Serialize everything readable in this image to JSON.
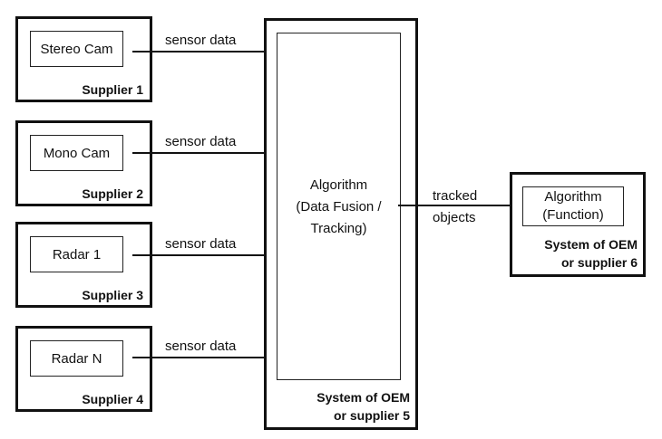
{
  "sensors": [
    {
      "name": "Stereo Cam",
      "supplier": "Supplier 1",
      "edge_label": "sensor data"
    },
    {
      "name": "Mono Cam",
      "supplier": "Supplier 2",
      "edge_label": "sensor data"
    },
    {
      "name": "Radar 1",
      "supplier": "Supplier 3",
      "edge_label": "sensor data"
    },
    {
      "name": "Radar N",
      "supplier": "Supplier 4",
      "edge_label": "sensor data"
    }
  ],
  "fusion": {
    "line1": "Algorithm",
    "line2": "(Data Fusion /",
    "line3": "Tracking)",
    "system_line1": "System of OEM",
    "system_line2": "or supplier 5"
  },
  "output_edge": {
    "line1": "tracked",
    "line2": "objects"
  },
  "function": {
    "line1": "Algorithm",
    "line2": "(Function)",
    "system_line1": "System of OEM",
    "system_line2": "or supplier 6"
  }
}
